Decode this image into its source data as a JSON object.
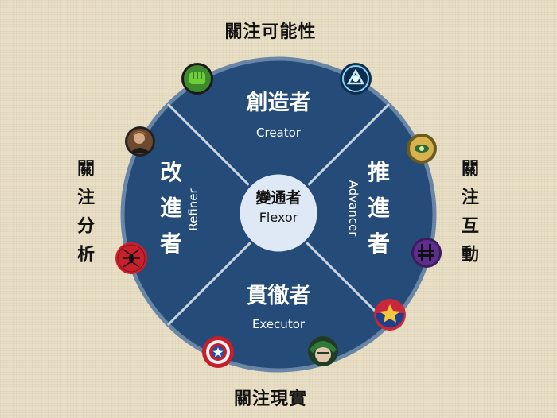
{
  "labels": {
    "top": "關注可能性",
    "bottom": "關注現實",
    "left": "關注分析",
    "right": "關注互動"
  },
  "center": {
    "title": "變通者",
    "subtitle": "Flexor"
  },
  "quadrants": {
    "top": {
      "title": "創造者",
      "subtitle": "Creator"
    },
    "right": {
      "title": "推進者",
      "subtitle": "Advancer"
    },
    "bottom": {
      "title": "貫徹者",
      "subtitle": "Executor"
    },
    "left": {
      "title": "改進者",
      "subtitle": "Refiner"
    }
  },
  "colors": {
    "circle_fill": "#254c78",
    "ring": "#6a86a6",
    "center_fill": "#dfe9f5",
    "divider": "#c9d3e0"
  },
  "icons": [
    "hulk-fist-icon",
    "iron-man-arc-reactor-icon",
    "doctor-strange-amulet-icon",
    "hawkeye-icon",
    "captain-marvel-icon",
    "green-arrow-icon",
    "captain-america-shield-icon",
    "spider-man-icon",
    "black-widow-portrait-icon"
  ]
}
